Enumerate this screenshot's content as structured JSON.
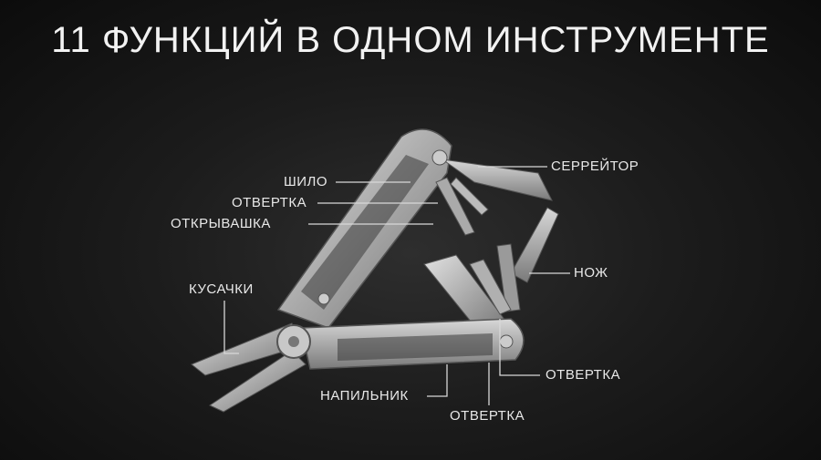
{
  "title": "11 ФУНКЦИЙ В ОДНОМ ИНСТРУМЕНТЕ",
  "labels": {
    "awl": "ШИЛО",
    "screwdriver_top": "ОТВЕРТКА",
    "bottle_opener": "ОТКРЫВАШКА",
    "pliers": "КУСАЧКИ",
    "serrated": "СЕРРЕЙТОР",
    "knife": "НОЖ",
    "screwdriver_right": "ОТВЕРТКА",
    "file": "НАПИЛЬНИК",
    "screwdriver_bottom": "ОТВЕРТКА"
  },
  "colors": {
    "background": "#141414",
    "text": "#ececec",
    "steel": "#b9b9b9",
    "steel_dark": "#6c6c6c"
  }
}
